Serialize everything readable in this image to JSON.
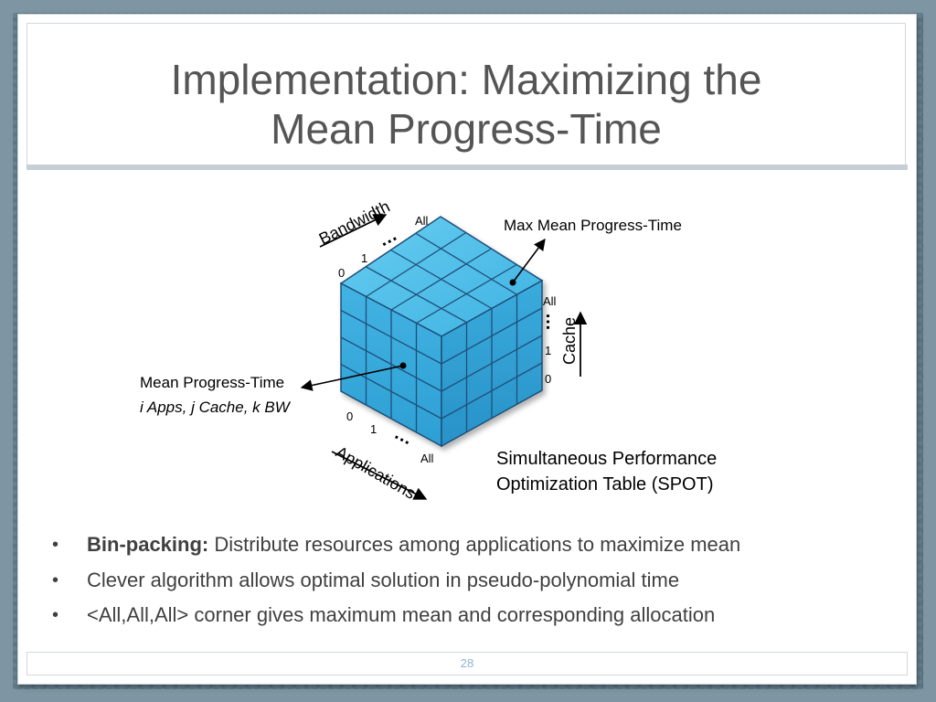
{
  "slide": {
    "title_line1": "Implementation: Maximizing the",
    "title_line2": "Mean Progress-Time",
    "page_number": "28"
  },
  "diagram": {
    "bandwidth_axis": {
      "label": "Bandwidth",
      "tick_0": "0",
      "tick_1": "1",
      "ellipsis": "…",
      "tick_all": "All"
    },
    "cache_axis": {
      "label": "Cache",
      "tick_0": "0",
      "tick_1": "1",
      "ellipsis": "…",
      "tick_all": "All"
    },
    "applications_axis": {
      "label": "Applications",
      "tick_0": "0",
      "tick_1": "1",
      "ellipsis": "…",
      "tick_all": "All"
    },
    "max_label": "Max Mean Progress-Time",
    "cell_label_line1": "Mean Progress-Time",
    "cell_label_line2": "i Apps, j Cache, k BW",
    "spot_label_line1": "Simultaneous Performance",
    "spot_label_line2": "Optimization Table (SPOT)",
    "colors": {
      "cube_top": "#5bc3e8",
      "cube_left": "#3aa8d8",
      "cube_right": "#2f9dcf",
      "grid": "#1f4f7a"
    }
  },
  "bullets": [
    {
      "bold": "Bin-packing:",
      "text": " Distribute resources among applications to maximize mean"
    },
    {
      "bold": "",
      "text": "Clever algorithm allows optimal solution in pseudo-polynomial time"
    },
    {
      "bold": "",
      "text": "<All,All,All> corner gives maximum mean and corresponding allocation"
    }
  ],
  "bullet_symbol": "•"
}
